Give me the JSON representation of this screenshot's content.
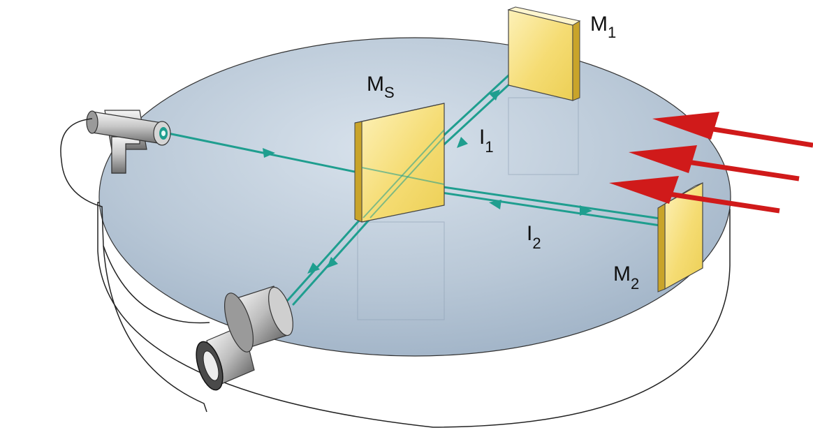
{
  "labels": {
    "m1": {
      "main": "M",
      "sub": "1"
    },
    "ms": {
      "main": "M",
      "sub": "S"
    },
    "m2": {
      "main": "M",
      "sub": "2"
    },
    "i1": {
      "main": "I",
      "sub": "1"
    },
    "i2": {
      "main": "I",
      "sub": "2"
    }
  },
  "colors": {
    "beam": "#1f9e8f",
    "mirror_face": "#f5dc73",
    "mirror_edge": "#c9a42a",
    "table_top": "#b8c7d6",
    "table_side": "#ffffff",
    "arrows": "#d01a1a"
  },
  "icons": [
    "laser-source-icon",
    "telescope-detector-icon"
  ]
}
